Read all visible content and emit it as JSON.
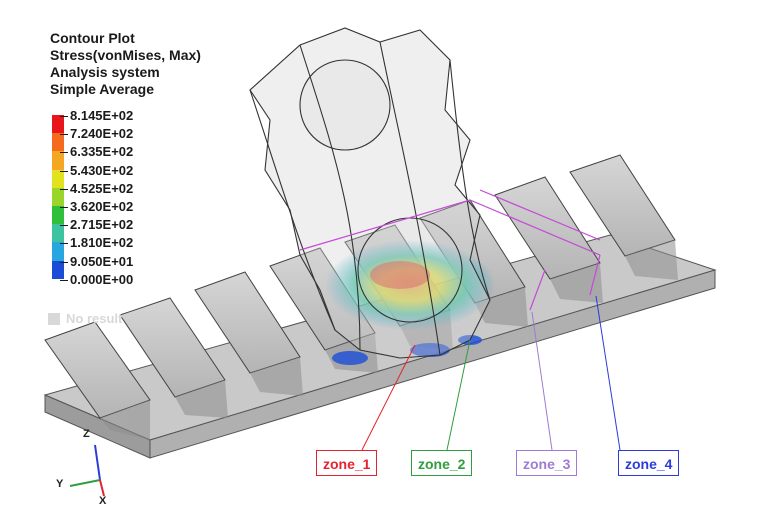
{
  "legend": {
    "title_lines": [
      "Contour Plot",
      "Stress(vonMises, Max)",
      "Analysis system",
      "Simple Average"
    ],
    "values": [
      "8.145E+02",
      "7.240E+02",
      "6.335E+02",
      "5.430E+02",
      "4.525E+02",
      "3.620E+02",
      "2.715E+02",
      "1.810E+02",
      "9.050E+01",
      "0.000E+00"
    ],
    "colors": [
      "#e8161b",
      "#f46a1e",
      "#f5a623",
      "#e2e21e",
      "#9ad62a",
      "#2fbf3a",
      "#3cc4a0",
      "#28a6de",
      "#1a4cd6"
    ],
    "no_result_label": "No result",
    "no_result_color": "#d8d8d8"
  },
  "zones": [
    {
      "label": "zone_1",
      "color": "#e5232e"
    },
    {
      "label": "zone_2",
      "color": "#2f9e3e"
    },
    {
      "label": "zone_3",
      "color": "#a07ad6"
    },
    {
      "label": "zone_4",
      "color": "#2d3cd8"
    }
  ],
  "triad": {
    "z": "Z",
    "y": "Y",
    "x": "X"
  }
}
